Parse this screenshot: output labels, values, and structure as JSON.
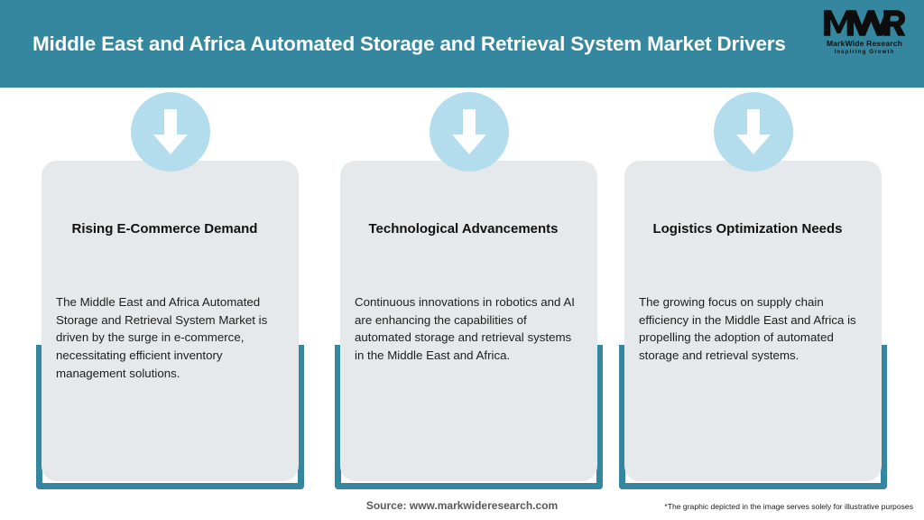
{
  "header": {
    "title": "Middle East and Africa Automated Storage and Retrieval System Market Drivers",
    "background_color": "#35879f",
    "title_color": "#ffffff"
  },
  "logo": {
    "mark": "MWR",
    "name": "MarkWide Research",
    "tagline": "Inspiring Growth"
  },
  "theme": {
    "accent_teal": "#35879f",
    "panel_gray": "#e5e9eb",
    "badge_blue": "#b3dced",
    "arrow_white": "#ffffff"
  },
  "cards": [
    {
      "icon": "down-arrow-icon",
      "title": "Rising E-Commerce Demand",
      "body": "The Middle East and Africa Automated Storage and Retrieval System Market is driven by the surge in e-commerce, necessitating efficient inventory management solutions."
    },
    {
      "icon": "down-arrow-icon",
      "title": "Technological Advancements",
      "body": "Continuous innovations in robotics and AI are enhancing the capabilities of automated storage and retrieval systems in the Middle East and Africa."
    },
    {
      "icon": "down-arrow-icon",
      "title": "Logistics Optimization Needs",
      "body": "The growing focus on supply chain efficiency in the Middle East and Africa is propelling the adoption of automated storage and retrieval systems."
    }
  ],
  "footer": {
    "source": "Source: www.markwideresearch.com",
    "disclaimer": "*The graphic depicted in the image serves solely for illustrative purposes"
  }
}
